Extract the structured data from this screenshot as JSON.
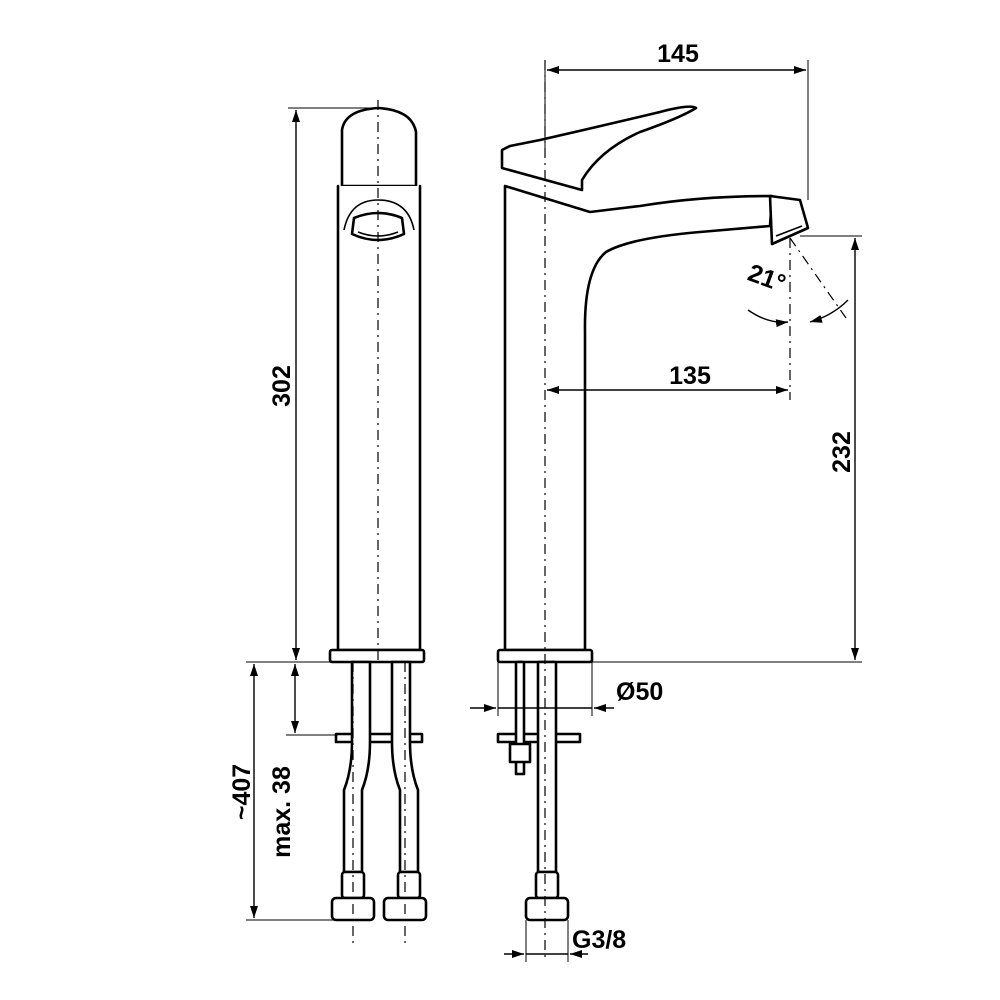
{
  "dimensions": {
    "total_height": "302",
    "overall_length": "~407",
    "max_deck_thickness": "max. 38",
    "spout_reach_outer": "145",
    "spout_reach": "135",
    "spout_outlet_height": "232",
    "spray_angle": "21°",
    "base_diameter": "Ø50",
    "connection_thread": "G3/8"
  },
  "colors": {
    "line": "#000000",
    "background": "#ffffff"
  }
}
